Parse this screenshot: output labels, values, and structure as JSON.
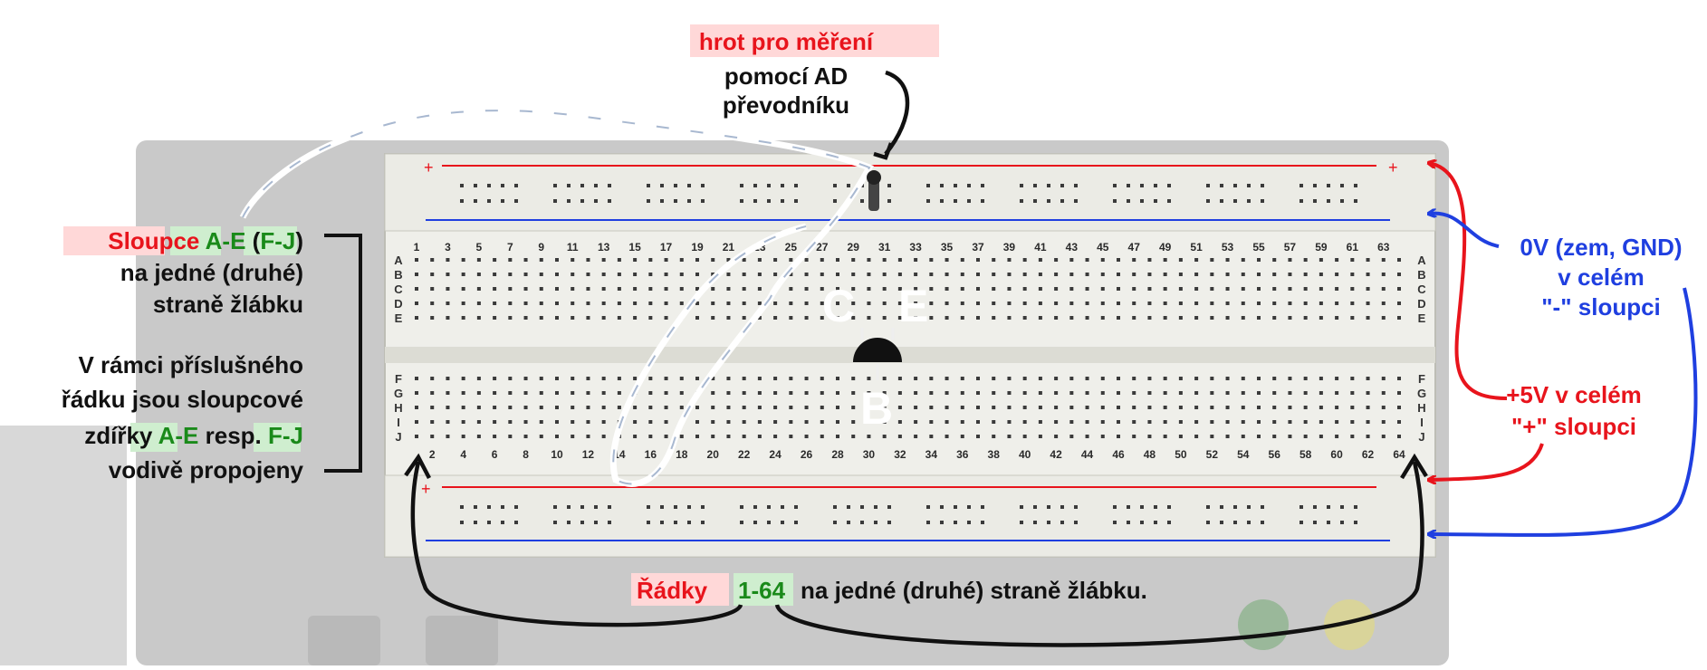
{
  "diagram": {
    "top_probe": {
      "line1": "hrot pro měření",
      "line2": "pomocí AD",
      "line3": "převodníku"
    },
    "left_columns": {
      "line1_a": "Sloupce ",
      "line1_b": "A-E",
      "line1_c": " (",
      "line1_d": "F-J",
      "line1_e": ")",
      "line2": "na jedné (druhé)",
      "line3": "straně žlábku"
    },
    "left_rows": {
      "line1": "V rámci příslušného",
      "line2": "řádku jsou sloupcové",
      "line3_a": "zdířky ",
      "line3_b": "A-E",
      "line3_c": " resp. ",
      "line3_d": "F-J",
      "line4": "vodivě propojeny"
    },
    "right_gnd": {
      "line1": "0V (zem, GND)",
      "line2": "v celém",
      "line3": "\"-\" sloupci"
    },
    "right_plus": {
      "line1": "+5V v celém",
      "line2": "\"+\" sloupci"
    },
    "bottom_rows": {
      "part1": "Řádky",
      "part2": "1-64",
      "part3": "na jedné (druhé) straně žlábku."
    },
    "transistor": {
      "pin_c": "C",
      "pin_e": "E",
      "pin_b": "B"
    },
    "board": {
      "rail_plus": "+",
      "top_numbers": [
        "1",
        "3",
        "5",
        "7",
        "9",
        "11",
        "13",
        "15",
        "17",
        "19",
        "21",
        "23",
        "25",
        "27",
        "29",
        "31",
        "33",
        "35",
        "37",
        "39",
        "41",
        "43",
        "45",
        "47",
        "49",
        "51",
        "53",
        "55",
        "57",
        "59",
        "61",
        "63"
      ],
      "bottom_numbers": [
        "2",
        "4",
        "6",
        "8",
        "10",
        "12",
        "14",
        "16",
        "18",
        "20",
        "22",
        "24",
        "26",
        "28",
        "30",
        "32",
        "34",
        "36",
        "38",
        "40",
        "42",
        "44",
        "46",
        "48",
        "50",
        "52",
        "54",
        "56",
        "58",
        "60",
        "62",
        "64"
      ],
      "rows_upper": [
        "A",
        "B",
        "C",
        "D",
        "E"
      ],
      "rows_lower": [
        "F",
        "G",
        "H",
        "I",
        "J"
      ]
    },
    "colors": {
      "red": "#e8141c",
      "blue": "#1f3fe0",
      "green": "#1a8a1a",
      "black": "#111111",
      "red_highlight": "#ffd8d8",
      "green_highlight": "#cfeecf"
    }
  }
}
